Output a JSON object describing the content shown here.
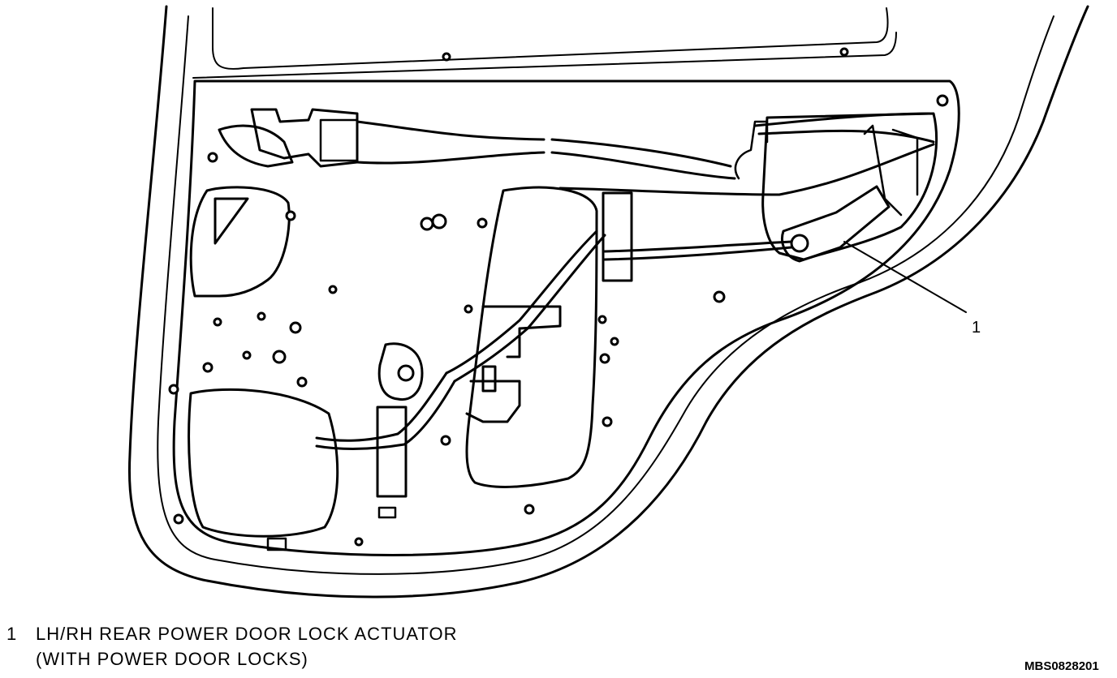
{
  "callouts": [
    {
      "number": "1"
    }
  ],
  "legend": [
    {
      "number": "1",
      "line1": "LH/RH REAR POWER DOOR LOCK ACTUATOR",
      "line2": "(WITH POWER DOOR LOCKS)"
    }
  ],
  "figure_ref": "MBS0828201"
}
